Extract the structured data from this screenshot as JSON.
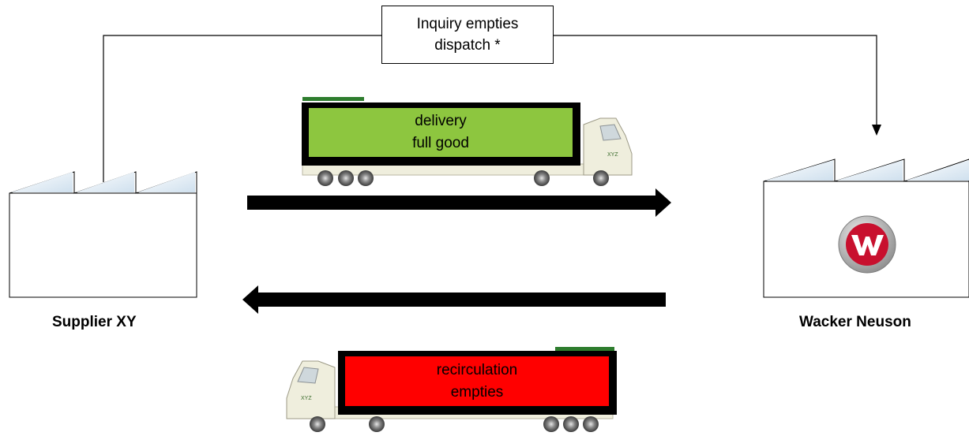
{
  "inquiry": {
    "line1": "Inquiry empties",
    "line2": "dispatch *"
  },
  "delivery": {
    "line1": "delivery",
    "line2": "full good",
    "color": "#8dc63f"
  },
  "recirculation": {
    "line1": "recirculation",
    "line2": "empties",
    "color": "#ff0000"
  },
  "supplier": {
    "label": "Supplier XY"
  },
  "wacker": {
    "label": "Wacker Neuson",
    "logo_color": "#c8102e"
  },
  "truck": {
    "side_text": "XYZ"
  },
  "colors": {
    "cab": "#efeedd",
    "outline": "#000000",
    "roof": "#dbe8f2"
  }
}
